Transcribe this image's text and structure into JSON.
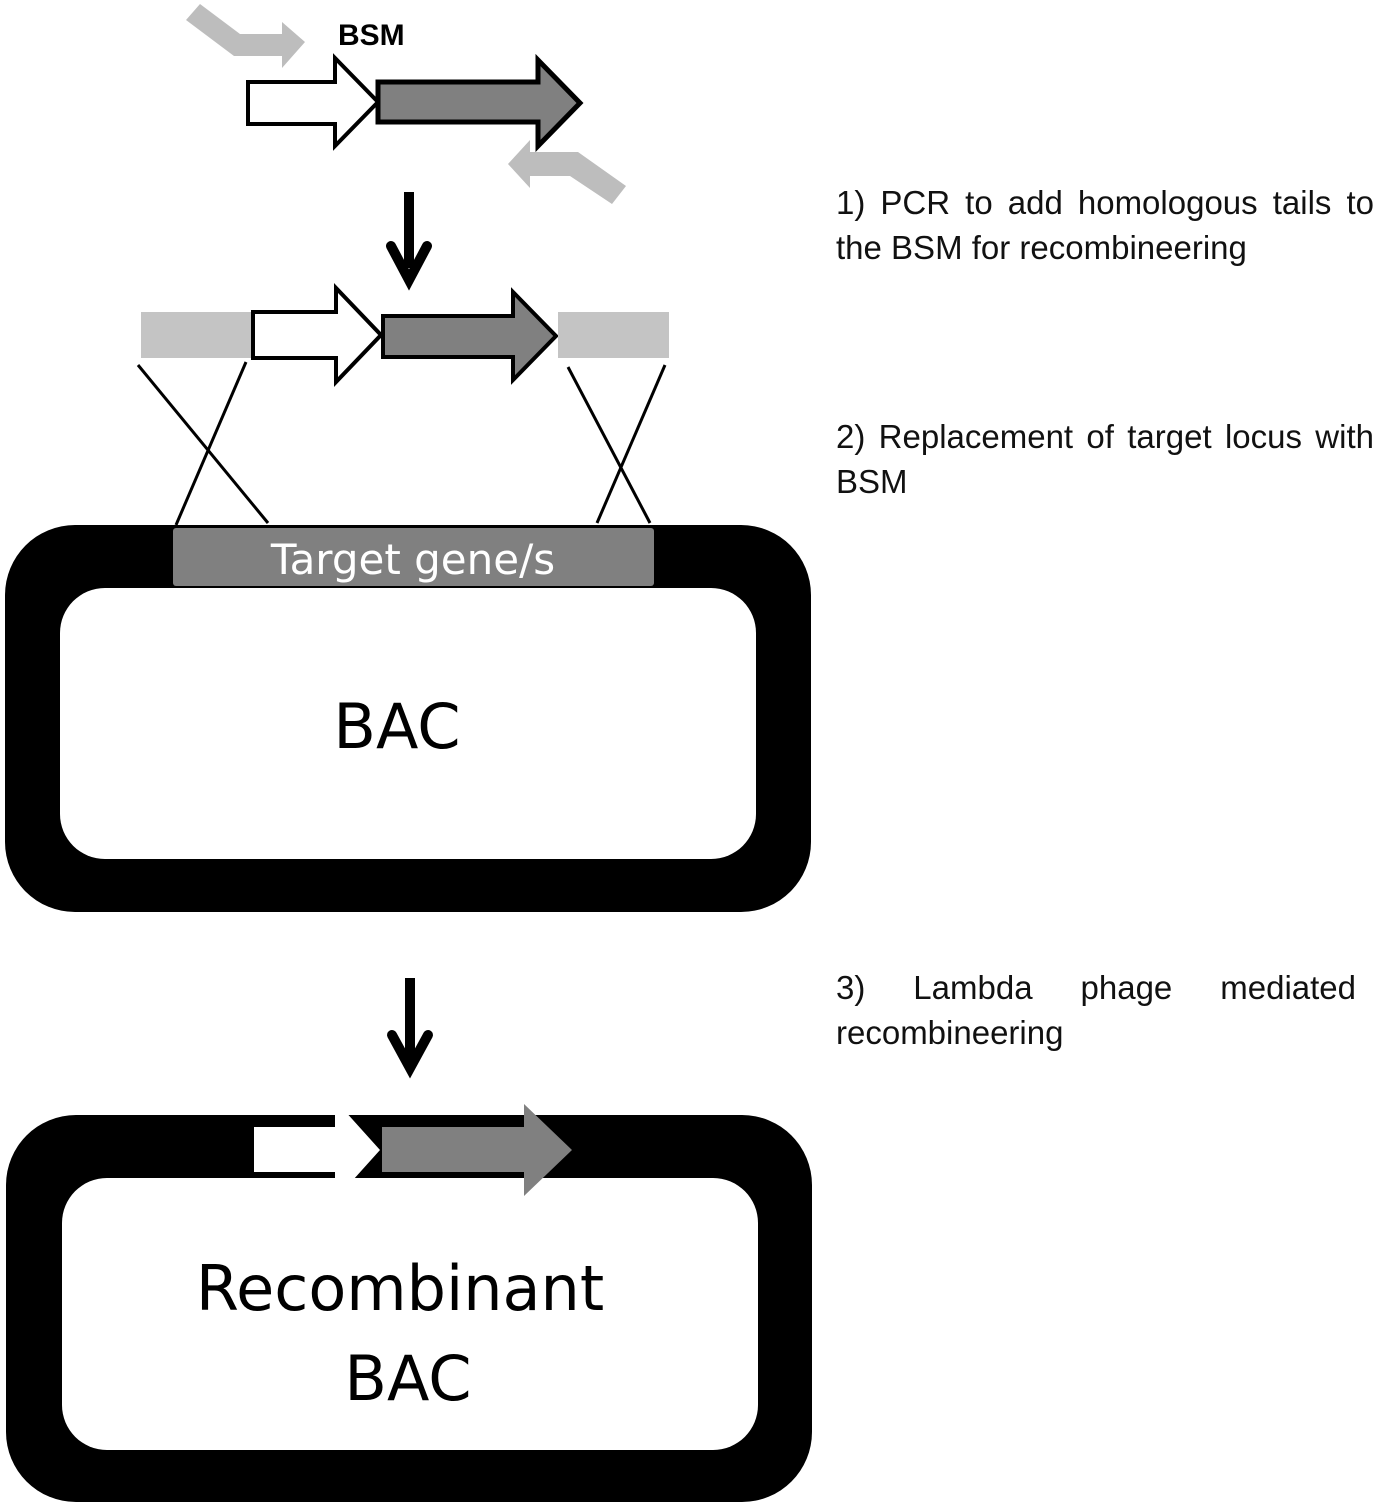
{
  "figure": {
    "bsm_label": "BSM",
    "target_gene_label": "Target gene/s",
    "bac_label": "BAC",
    "recombinant_label_line1": "Recombinant",
    "recombinant_label_line2": "BAC",
    "colors": {
      "background": "#ffffff",
      "bac_outline": "#000000",
      "promoter_arrow_fill": "#ffffff",
      "gene_arrow_fill": "#808080",
      "primer_fill": "#bdbdbd",
      "homology_arm_fill": "#c4c4c4",
      "target_gene_fill": "#808080"
    }
  },
  "steps": [
    {
      "text": "1) PCR to add homologous tails to the BSM for recombineering"
    },
    {
      "text": "2) Replacement of target locus with BSM"
    },
    {
      "text": "3) Lambda phage mediated recombineering"
    }
  ]
}
